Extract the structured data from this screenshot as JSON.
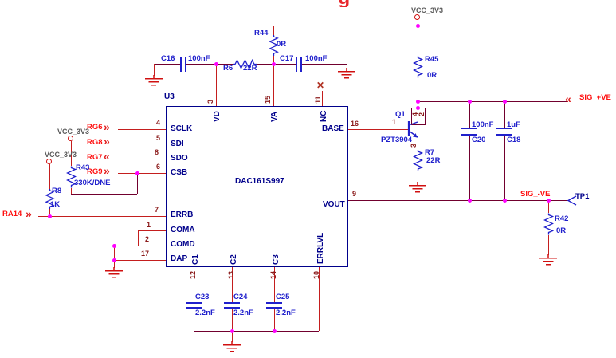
{
  "heading_fragment": "g",
  "icons": {
    "no_connect": "✕",
    "chev_right": "»",
    "chev_left": "«"
  },
  "net_labels": {
    "vcc_top": "VCC_3V3",
    "vcc_r43": "VCC_3V3",
    "vcc_r8": "VCC_3V3",
    "sig_pos": "SIG_+VE",
    "sig_neg": "SIG_-VE",
    "ra14": "RA14",
    "rg6": "RG6",
    "rg7": "RG7",
    "rg8": "RG8",
    "rg9": "RG9",
    "tp1": "TP1"
  },
  "u3": {
    "ref": "U3",
    "part": "DAC161S997",
    "pins": {
      "sclk": {
        "num": "4",
        "name": "SCLK"
      },
      "sdi": {
        "num": "5",
        "name": "SDI"
      },
      "sdo": {
        "num": "8",
        "name": "SDO"
      },
      "csb": {
        "num": "6",
        "name": "CSB"
      },
      "errb": {
        "num": "7",
        "name": "ERRB"
      },
      "coma": {
        "num": "1",
        "name": "COMA"
      },
      "comd": {
        "num": "2",
        "name": "COMD"
      },
      "dap": {
        "num": "17",
        "name": "DAP"
      },
      "vd": {
        "num": "3",
        "name": "VD"
      },
      "va": {
        "num": "15",
        "name": "VA"
      },
      "nc": {
        "num": "11",
        "name": "NC"
      },
      "base": {
        "num": "16",
        "name": "BASE"
      },
      "vout": {
        "num": "9",
        "name": "VOUT"
      },
      "c1": {
        "num": "12",
        "name": "C1"
      },
      "c2": {
        "num": "13",
        "name": "C2"
      },
      "c3": {
        "num": "14",
        "name": "C3"
      },
      "errlvl": {
        "num": "10",
        "name": "ERRLVL"
      }
    }
  },
  "q1": {
    "ref": "Q1",
    "part": "PZT3904",
    "pins": {
      "base": "1",
      "col1": "4",
      "col2": "2",
      "emit": "3"
    }
  },
  "resistors": {
    "r6": {
      "ref": "R6",
      "value": "22R"
    },
    "r44": {
      "ref": "R44",
      "value": "0R"
    },
    "r45": {
      "ref": "R45",
      "value": "0R"
    },
    "r43": {
      "ref": "R43",
      "value": "330K/DNE"
    },
    "r8": {
      "ref": "R8",
      "value": "1K"
    },
    "r7": {
      "ref": "R7",
      "value": "22R"
    },
    "r42": {
      "ref": "R42",
      "value": "0R"
    }
  },
  "capacitors": {
    "c16": {
      "ref": "C16",
      "value": "100nF"
    },
    "c17": {
      "ref": "C17",
      "value": "100nF"
    },
    "c20": {
      "ref": "C20",
      "value": "100nF"
    },
    "c18": {
      "ref": "C18",
      "value": "1uF"
    },
    "c23": {
      "ref": "C23",
      "value": "2.2nF"
    },
    "c24": {
      "ref": "C24",
      "value": "2.2nF"
    },
    "c25": {
      "ref": "C25",
      "value": "2.2nF"
    }
  },
  "colors": {
    "wire_net": "#71002E",
    "wire_pin": "#C41E1E",
    "symbol_blue": "#2020CC",
    "ic_navy": "#00008B",
    "junction_dot": "#FF00FF",
    "net_label_red": "#FF1010",
    "power_label_gray": "#5A5A5A",
    "pin_number": "#8B1A1A",
    "ground_red": "#D01010"
  }
}
